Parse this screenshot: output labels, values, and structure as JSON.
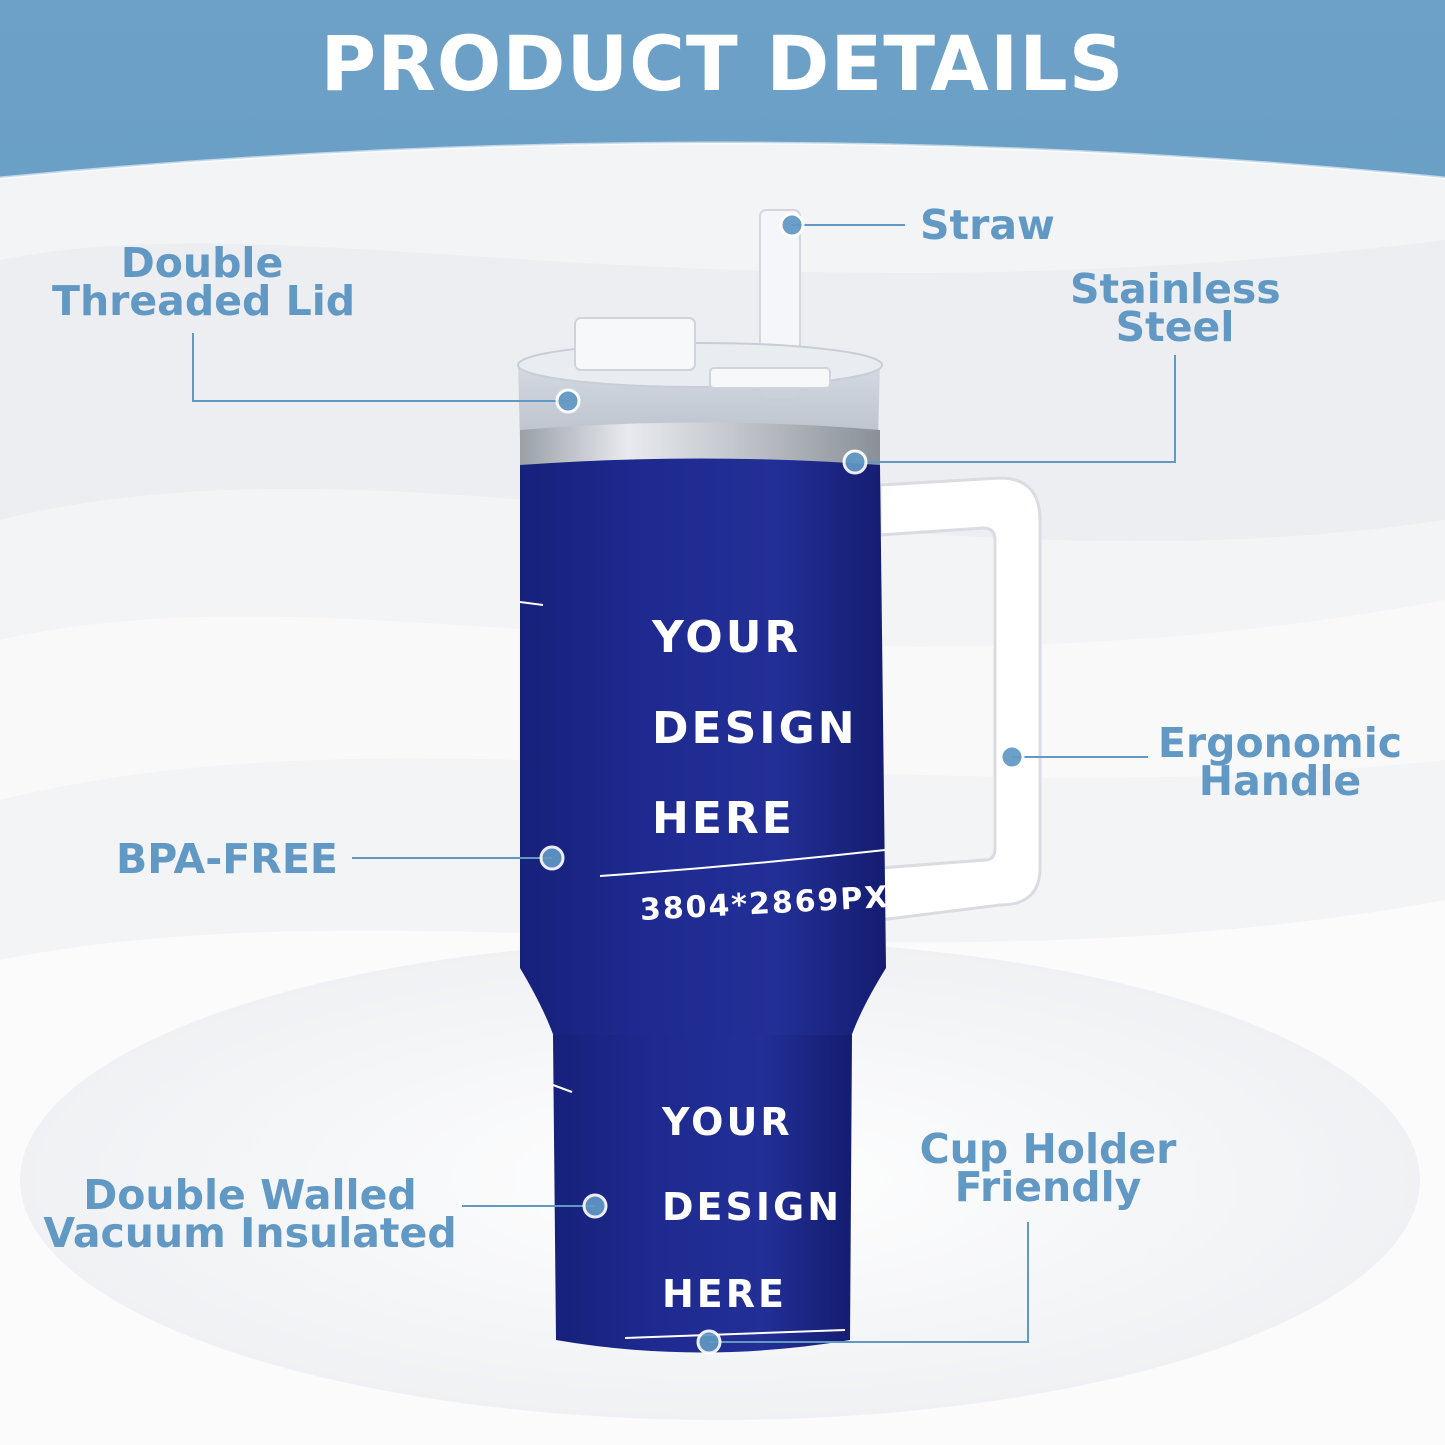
{
  "header": {
    "title": "PRODUCT DETAILS",
    "band_color": "#6ea1c7"
  },
  "callouts": {
    "straw": [
      "Straw"
    ],
    "lid": [
      "Double",
      "Threaded Lid"
    ],
    "steel": [
      "Stainless",
      "Steel"
    ],
    "handle": [
      "Ergonomic",
      "Handle"
    ],
    "bpa": [
      "BPA-FREE"
    ],
    "insulated": [
      "Double Walled",
      "Vacuum Insulated"
    ],
    "cupholder": [
      "Cup Holder",
      "Friendly"
    ]
  },
  "tumbler": {
    "body_color": "#1f2c8f",
    "accent_color": "#6198c4",
    "upper_print": {
      "line1": "YOUR",
      "line2": "DESIGN",
      "line3": "HERE",
      "dimensions": "3804*2869PX"
    },
    "lower_print": {
      "line1": "YOUR",
      "line2": "DESIGN",
      "line3": "HERE"
    }
  }
}
